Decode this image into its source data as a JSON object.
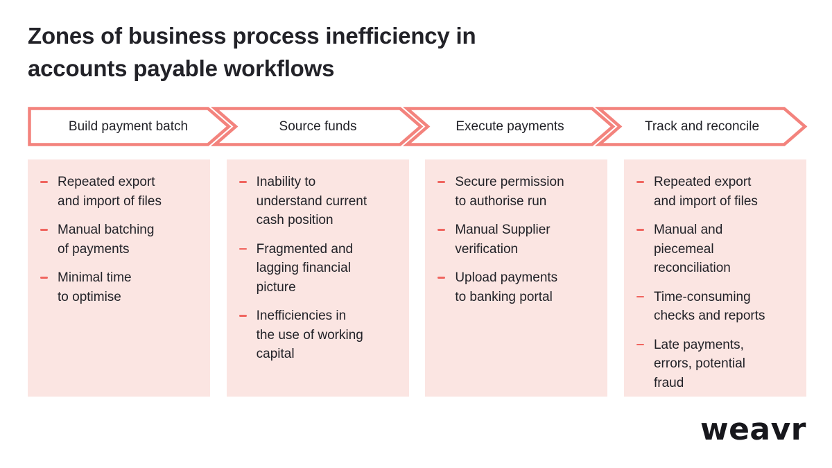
{
  "title": "Zones of business process inefficiency in\naccounts payable workflows",
  "colors": {
    "accent": "#F3837D",
    "dash": "#F0655F",
    "panel_bg": "#FBE5E2",
    "text": "#222228"
  },
  "stages": [
    {
      "label": "Build payment batch",
      "issues": [
        "Repeated export\nand import of files",
        "Manual batching\nof payments",
        "Minimal time\nto optimise"
      ]
    },
    {
      "label": "Source funds",
      "issues": [
        "Inability to\nunderstand current\ncash position",
        "Fragmented and\nlagging financial\npicture",
        "Inefficiencies in\nthe use of working\ncapital"
      ]
    },
    {
      "label": "Execute payments",
      "issues": [
        "Secure permission\nto authorise run",
        "Manual Supplier\nverification",
        "Upload payments\nto banking portal"
      ]
    },
    {
      "label": "Track and reconcile",
      "issues": [
        "Repeated export\nand import of files",
        "Manual and\npiecemeal\nreconciliation",
        "Time-consuming\nchecks and reports",
        "Late payments,\nerrors, potential\nfraud"
      ]
    }
  ],
  "logo": "weavr"
}
